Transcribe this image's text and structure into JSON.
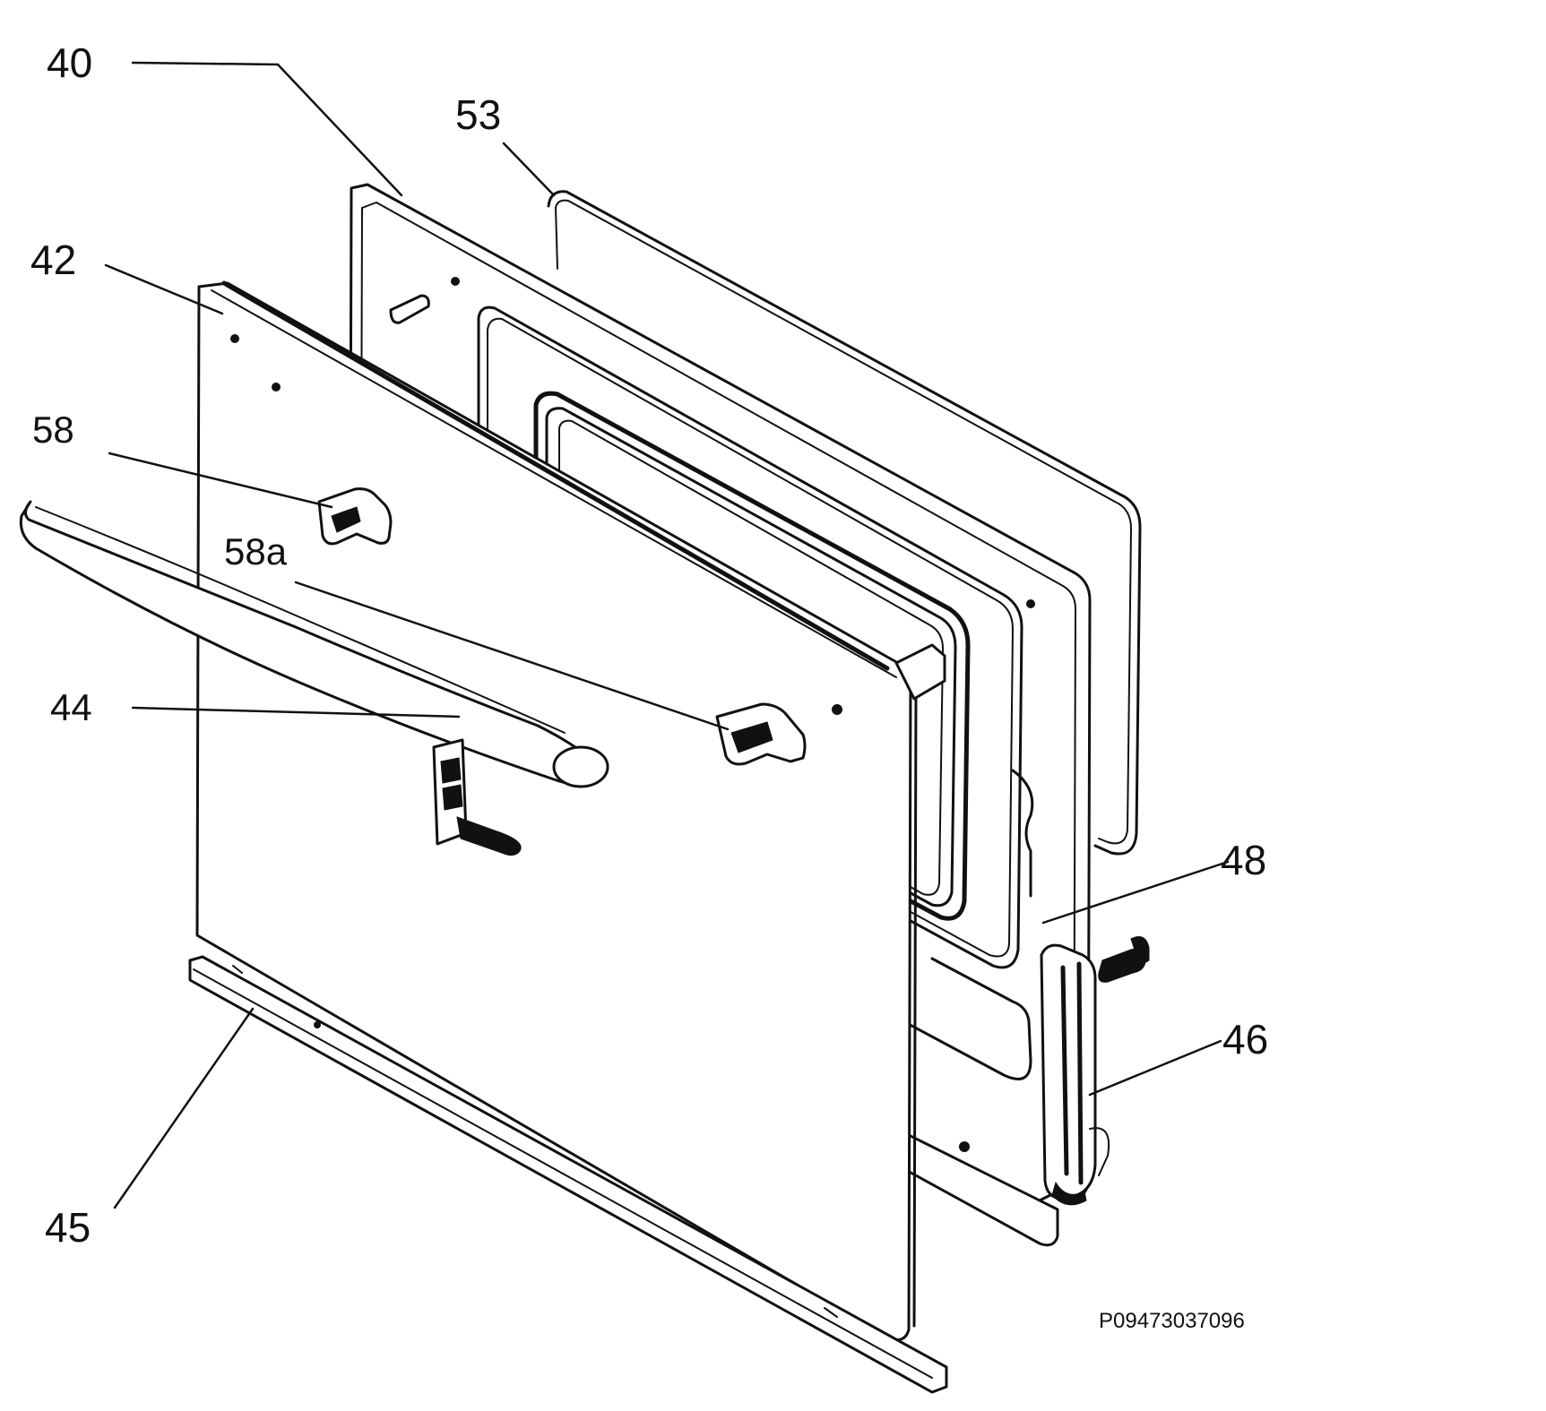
{
  "drawing": {
    "id_label": "P09473037096"
  },
  "parts": [
    {
      "key": "p40",
      "number": "40"
    },
    {
      "key": "p53",
      "number": "53"
    },
    {
      "key": "p42",
      "number": "42"
    },
    {
      "key": "p58",
      "number": "58"
    },
    {
      "key": "p58a",
      "number": "58a"
    },
    {
      "key": "p44",
      "number": "44"
    },
    {
      "key": "p48",
      "number": "48"
    },
    {
      "key": "p46",
      "number": "46"
    },
    {
      "key": "p45",
      "number": "45"
    }
  ],
  "colors": {
    "line": "#111111",
    "background": "#ffffff"
  }
}
